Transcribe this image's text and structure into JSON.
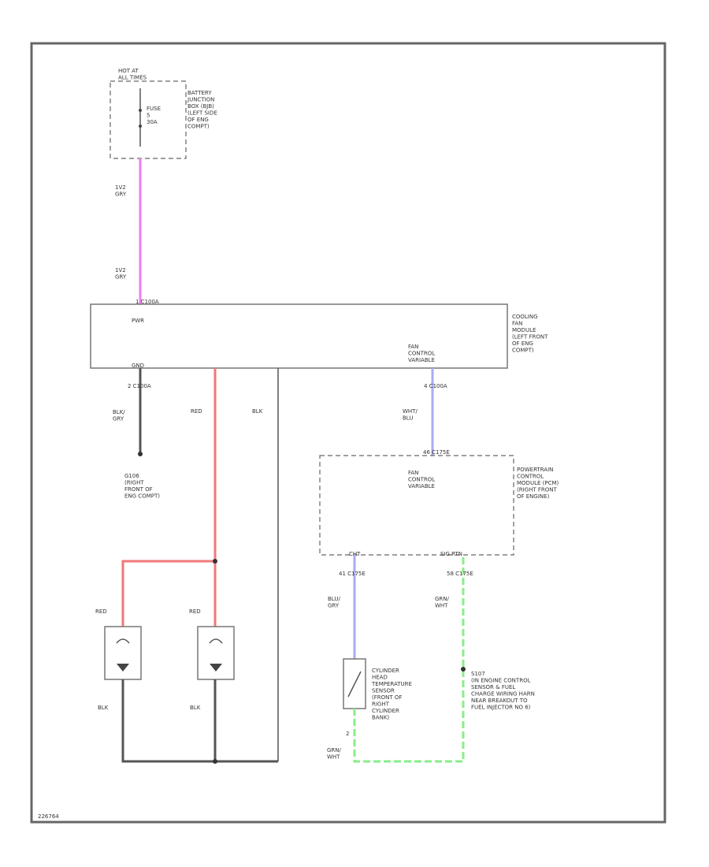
{
  "colors": {
    "wire_pink": "#f27cf2",
    "wire_red": "#f07878",
    "wire_blk": "#555555",
    "wire_blue": "#aaaaf2",
    "wire_green": "#88ee88"
  },
  "fuse": {
    "hot_label": "HOT AT\nALL TIMES",
    "fuse_label": "FUSE\n5\n30A",
    "location": "BATTERY\nJUNCTION\nBOX (BJB)\n(LEFT SIDE\nOF ENG\nCOMPT)"
  },
  "wires": {
    "pink_top": "1V2\nGRY",
    "pink_bottom": "1V2\nGRY",
    "c1_blk": "BLK/\nGRY",
    "red_main": "RED",
    "blk_main": "BLK",
    "wht_blu": "WHT/\nBLU",
    "motor1_red": "RED",
    "motor2_red": "RED",
    "motor1_blk": "BLK",
    "motor2_blk": "BLK",
    "chts_blu": "BLU/\nGRY",
    "chts_grn": "GRN/\nWHT",
    "chts_grn_bottom": "GRN/\nWHT"
  },
  "fan_module": {
    "pin_top": "1    C100A",
    "pwr": "PWR",
    "gnd": "GND",
    "fan_ctrl": "FAN\nCONTROL\nVARIABLE",
    "location": "COOLING\nFAN\nMODULE\n(LEFT FRONT\nOF ENG\nCOMPT)",
    "pin_gnd": "2    C100A",
    "pin_fan": "4    C100A"
  },
  "ground": {
    "label": "G106\n(RIGHT\nFRONT OF\nENG COMPT)"
  },
  "pcm": {
    "pin_top": "46    C175E",
    "fan_ctrl": "FAN\nCONTROL\nVARIABLE",
    "location": "POWERTRAIN\nCONTROL\nMODULE (PCM)\n(RIGHT FRONT\nOF ENGINE)",
    "cht": "CHT",
    "sigrtn": "SIG RTN",
    "pin_cht": "41    C175E",
    "pin_sigrtn": "58    C175E"
  },
  "sensor": {
    "label": "CYLINDER\nHEAD\nTEMPERATURE\nSENSOR\n(FRONT OF\nRIGHT\nCYLINDER\nBANK)",
    "pin": "2"
  },
  "splice": {
    "label": "S107\n(IN ENGINE CONTROL\nSENSOR & FUEL\nCHARGE WIRING HARN\nNEAR BREAKOUT TO\nFUEL INJECTOR NO 6)"
  },
  "footer": {
    "id": "226764"
  }
}
